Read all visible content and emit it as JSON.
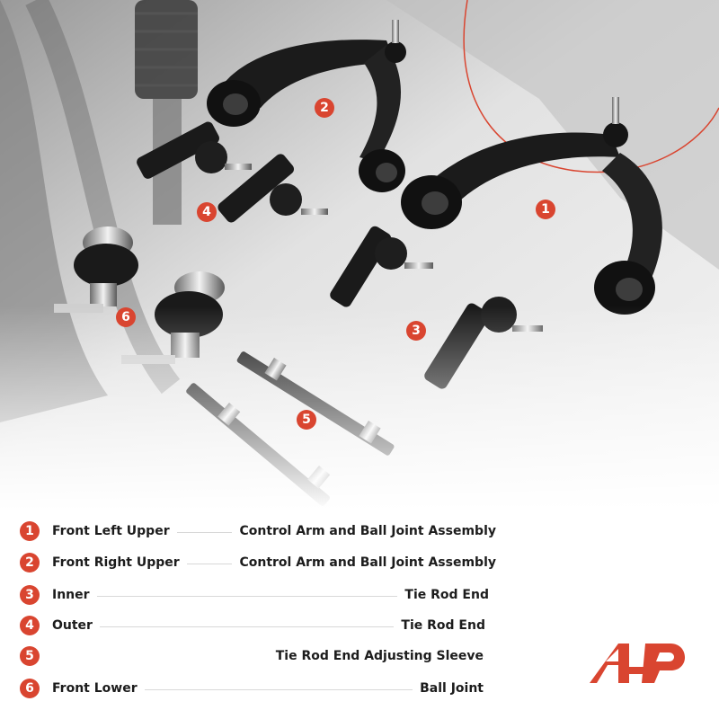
{
  "colors": {
    "accent": "#d94530",
    "text": "#1c1c1c",
    "rule": "#d8d8d8"
  },
  "photo_callouts": [
    {
      "number": "2"
    },
    {
      "number": "1"
    },
    {
      "number": "4"
    },
    {
      "number": "6"
    },
    {
      "number": "3"
    },
    {
      "number": "5"
    }
  ],
  "legend": [
    {
      "number": "1",
      "left": "Front Left Upper",
      "right": "Control Arm and Ball Joint Assembly"
    },
    {
      "number": "2",
      "left": "Front Right Upper",
      "right": "Control Arm and Ball Joint Assembly"
    },
    {
      "number": "3",
      "left": "Inner",
      "right": "Tie Rod End"
    },
    {
      "number": "4",
      "left": "Outer",
      "right": "Tie Rod End"
    },
    {
      "number": "5",
      "left": "",
      "right": "Tie Rod End Adjusting Sleeve"
    },
    {
      "number": "6",
      "left": "Front Lower",
      "right": "Ball Joint"
    }
  ],
  "brand": {
    "logo_icon": "ap-logo-icon"
  }
}
